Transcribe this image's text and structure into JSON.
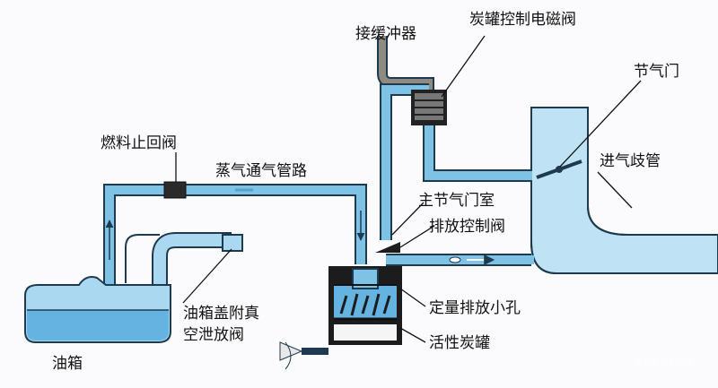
{
  "labels": {
    "buffer": "接缓冲器",
    "canister_solenoid": "炭罐控制电磁阀",
    "throttle": "节气门",
    "check_valve": "燃料止回阀",
    "vapor_line": "蒸气通气管路",
    "intake_manifold": "进气歧管",
    "throttle_chamber": "主节气门室",
    "purge_valve": "排放控制阀",
    "cap_valve_line1": "油箱盖附真",
    "cap_valve_line2": "空泄放阀",
    "metering_orifice": "定量排放小孔",
    "canister": "活性炭罐",
    "tank": "油箱"
  },
  "watermark": "懂车帝·汽车百科",
  "colors": {
    "pipe": "#7ec3e6",
    "pipe_outline": "#1d3a4f",
    "fuel": "#64b3e0",
    "tank_light": "#a9d8f0",
    "manifold": "#bfe3f5",
    "canister_body": "#1c1c1c"
  }
}
